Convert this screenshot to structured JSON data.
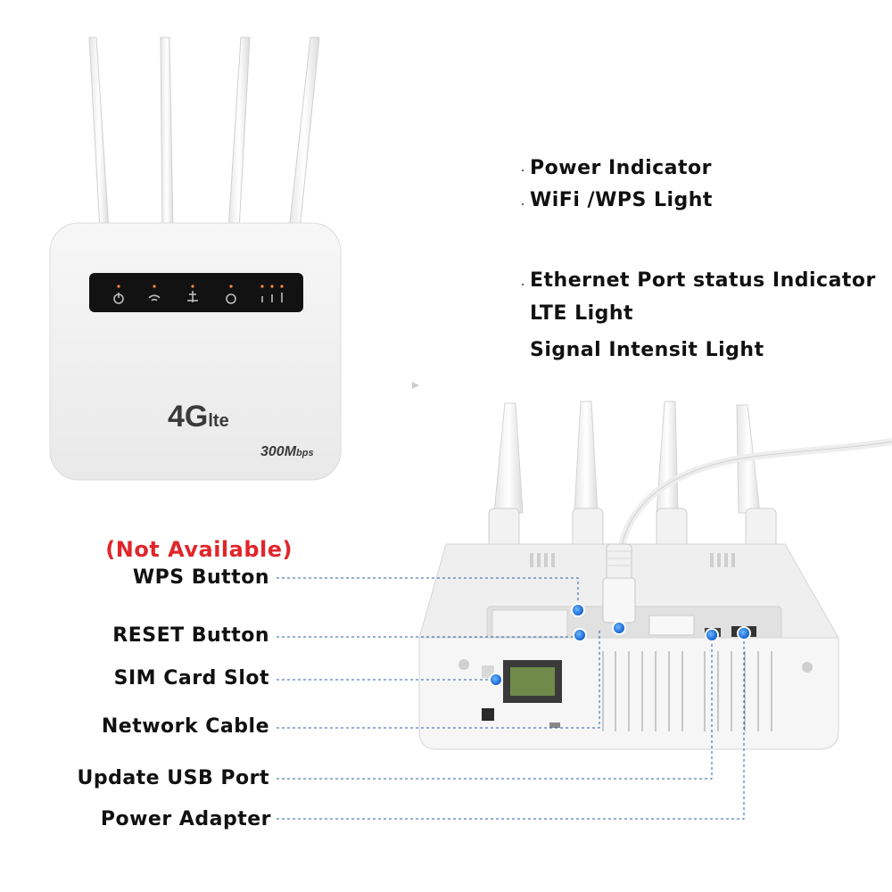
{
  "top_router": {
    "logo_main": "4G",
    "logo_sub": "lte",
    "speed_main": "300M",
    "speed_unit": "bps"
  },
  "indicator_labels": [
    "Power Indicator",
    "WiFi /WPS Light",
    "Ethernet Port status Indicator",
    "LTE Light",
    "Signal Intensit Light"
  ],
  "callouts": {
    "not_available": "(Not Available)",
    "wps_button": "WPS Button",
    "reset_button": "RESET Button",
    "sim_card_slot": "SIM Card Slot",
    "network_cable": "Network Cable",
    "update_usb_port": "Update USB Port",
    "power_adapter": "Power Adapter"
  },
  "colors": {
    "warning": "#e0262b",
    "leader_line": "#2c5fa8",
    "hotspot": "#1f6fd6"
  }
}
